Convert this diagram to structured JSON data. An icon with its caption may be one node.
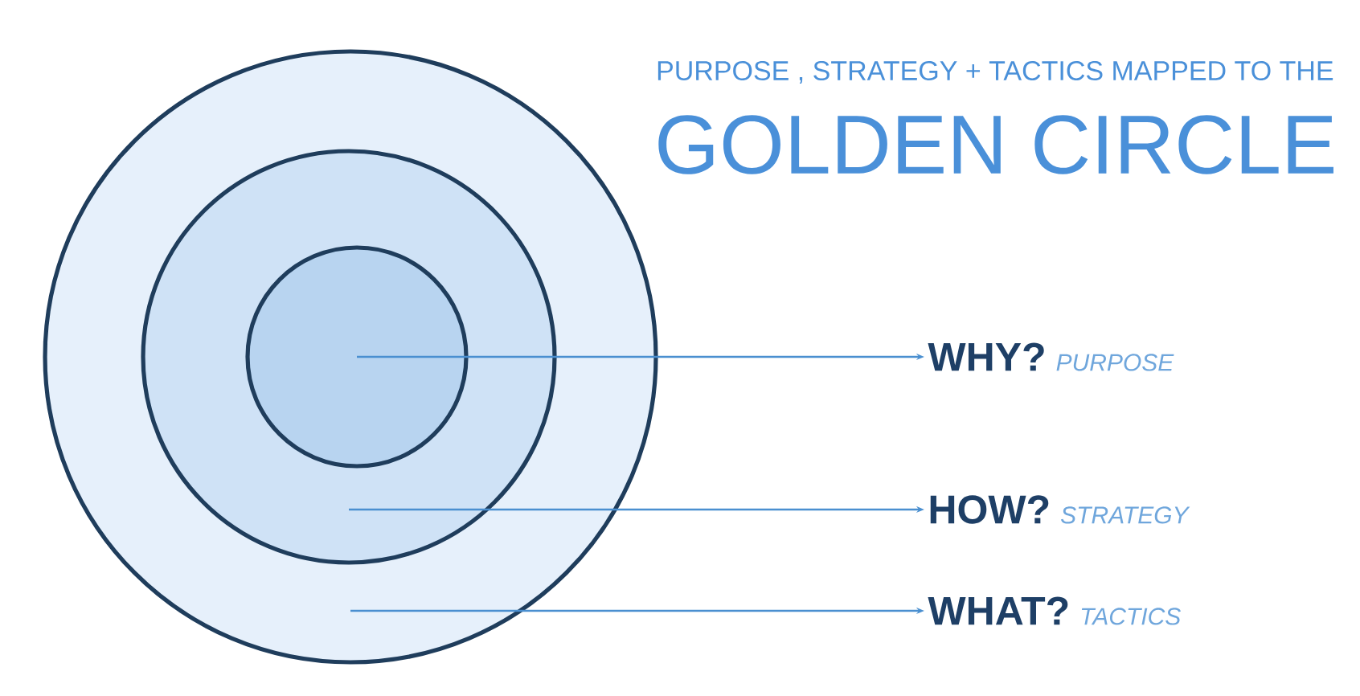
{
  "diagram": {
    "title": "GOLDEN CIRCLE",
    "nodes": [
      {
        "text": [],
        "shape": "circle"
      },
      {
        "text": [],
        "shape": "circle",
        "in": 0
      },
      {
        "text": [],
        "shape": "circle",
        "in": 1
      },
      {
        "text": [
          "WHY?",
          "PURPOSE"
        ]
      },
      {
        "text": [
          "HOW?",
          "STRATEGY"
        ]
      },
      {
        "text": [
          "WHAT?",
          "TACTICS"
        ]
      }
    ],
    "edges": [
      {
        "from": 2,
        "to": 3,
        "arrow": "to"
      },
      {
        "from": 1,
        "to": 4,
        "arrow": "to"
      },
      {
        "from": 0,
        "to": 5,
        "arrow": "to"
      }
    ],
    "labels": [
      "PURPOSE , STRATEGY + TACTICS MAPPED TO THE"
    ]
  }
}
